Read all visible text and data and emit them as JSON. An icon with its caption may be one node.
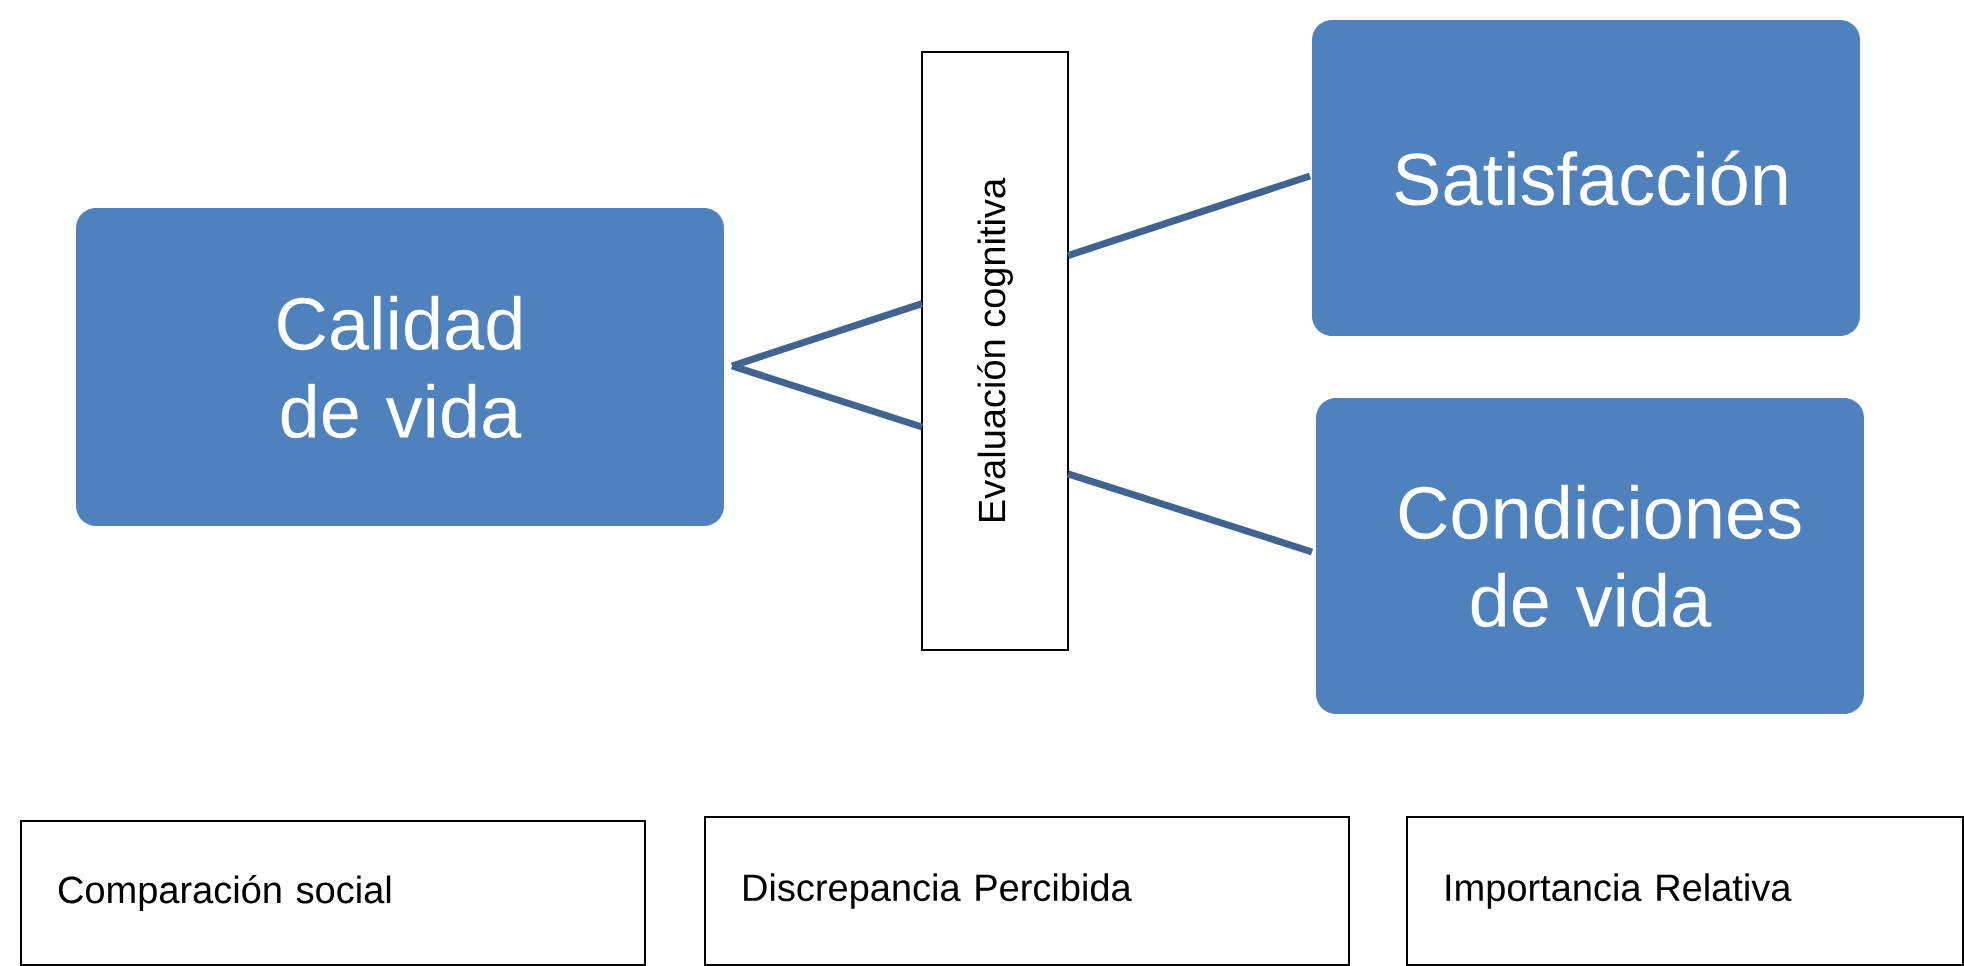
{
  "diagram": {
    "nodes": [
      {
        "text": [
          "Calidad de vida"
        ]
      },
      {
        "text": [
          "Evaluación cognitiva"
        ]
      },
      {
        "text": [
          "Satisfacción"
        ]
      },
      {
        "text": [
          "Condiciones de vida"
        ]
      },
      {
        "text": [
          "Comparación social"
        ]
      },
      {
        "text": [
          "Discrepancia Percibida"
        ]
      },
      {
        "text": [
          "Importancia Relativa"
        ]
      }
    ],
    "edges": [
      {
        "from": 0,
        "to": 1,
        "arrow": "none"
      },
      {
        "from": 1,
        "to": 2,
        "arrow": "none"
      },
      {
        "from": 0,
        "to": 1,
        "arrow": "none"
      },
      {
        "from": 1,
        "to": 3,
        "arrow": "none"
      }
    ]
  }
}
